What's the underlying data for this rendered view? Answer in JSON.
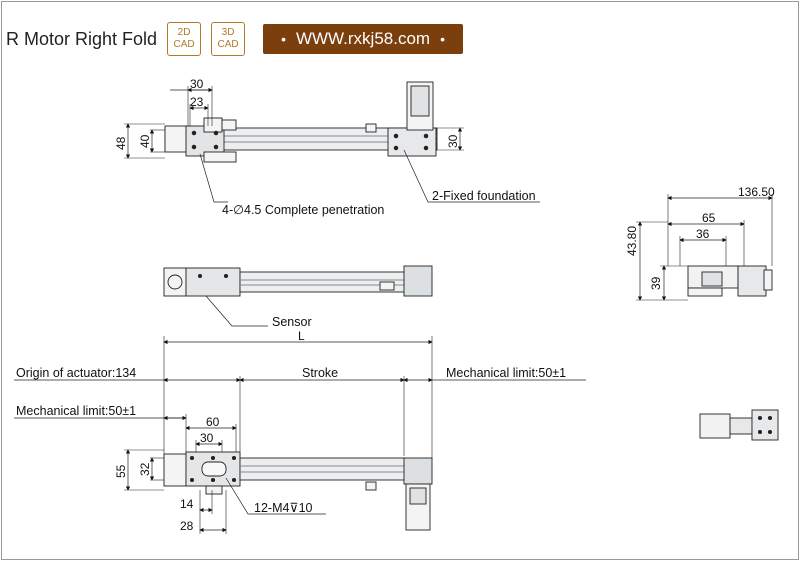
{
  "header": {
    "title": "R Motor Right Fold",
    "badges": [
      {
        "top": "2D",
        "bottom": "CAD"
      },
      {
        "top": "3D",
        "bottom": "CAD"
      }
    ],
    "url": "WWW.rxkj58.com",
    "url_bg": "#7b3f0e",
    "badge_color": "#b07a2a"
  },
  "top_view": {
    "dim_30": "30",
    "dim_23": "23",
    "dim_48": "48",
    "dim_40": "40",
    "dim_30_right": "30",
    "note_holes": "4-∅4.5 Complete penetration",
    "note_foundation": "2-Fixed foundation"
  },
  "side_view": {
    "dim_136_50": "136.50",
    "dim_65": "65",
    "dim_36": "36",
    "dim_43_80": "43.80",
    "dim_39": "39"
  },
  "mid_view": {
    "sensor": "Sensor",
    "dim_L": "L"
  },
  "bottom_view": {
    "origin": "Origin of actuator:134",
    "stroke": "Stroke",
    "mech_limit_right": "Mechanical limit:50±1",
    "mech_limit_left": "Mechanical limit:50±1",
    "dim_60": "60",
    "dim_30": "30",
    "dim_55": "55",
    "dim_32": "32",
    "dim_14": "14",
    "dim_28": "28",
    "note_thread": "12-M4⊽10"
  }
}
